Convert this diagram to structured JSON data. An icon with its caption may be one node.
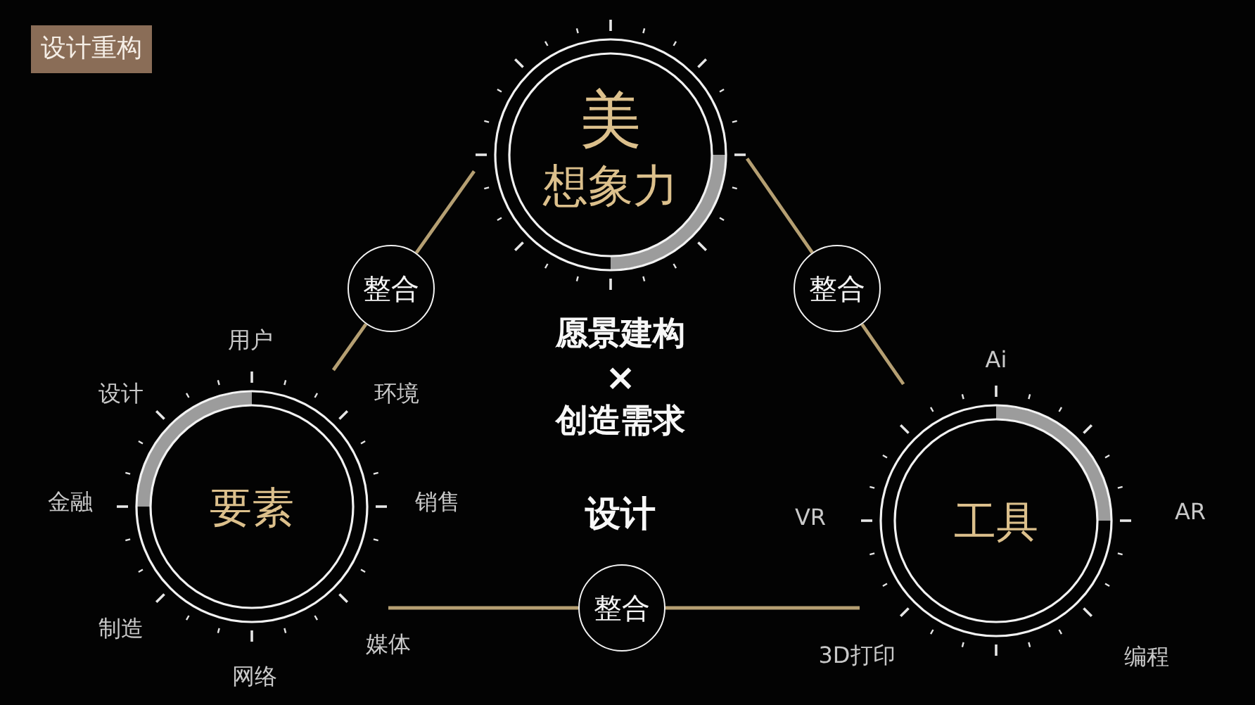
{
  "diagram": {
    "nodes": [
      {
        "text": [
          "设计重构"
        ]
      },
      {
        "text": [
          "美",
          "想象力"
        ]
      },
      {
        "text": [
          "整合"
        ]
      },
      {
        "text": [
          "整合"
        ]
      },
      {
        "text": [
          "要素"
        ],
        "beside": [
          "用户",
          "设计",
          "环境",
          "金融",
          "销售",
          "制造",
          "媒体",
          "网络"
        ]
      },
      {
        "text": [
          "工具"
        ],
        "beside": [
          "Ai",
          "VR",
          "AR",
          "3D打印",
          "编程"
        ]
      },
      {
        "text": [
          "整合"
        ]
      }
    ],
    "edges": [
      {
        "from": 1,
        "to": 2,
        "arrow": "none"
      },
      {
        "from": 2,
        "to": 4,
        "arrow": "none"
      },
      {
        "from": 1,
        "to": 3,
        "arrow": "none"
      },
      {
        "from": 3,
        "to": 5,
        "arrow": "none"
      },
      {
        "from": 4,
        "to": 6,
        "arrow": "none"
      },
      {
        "from": 6,
        "to": 5,
        "arrow": "none"
      }
    ],
    "labels": [
      "愿景建构",
      "×",
      "创造需求",
      "设计"
    ]
  }
}
